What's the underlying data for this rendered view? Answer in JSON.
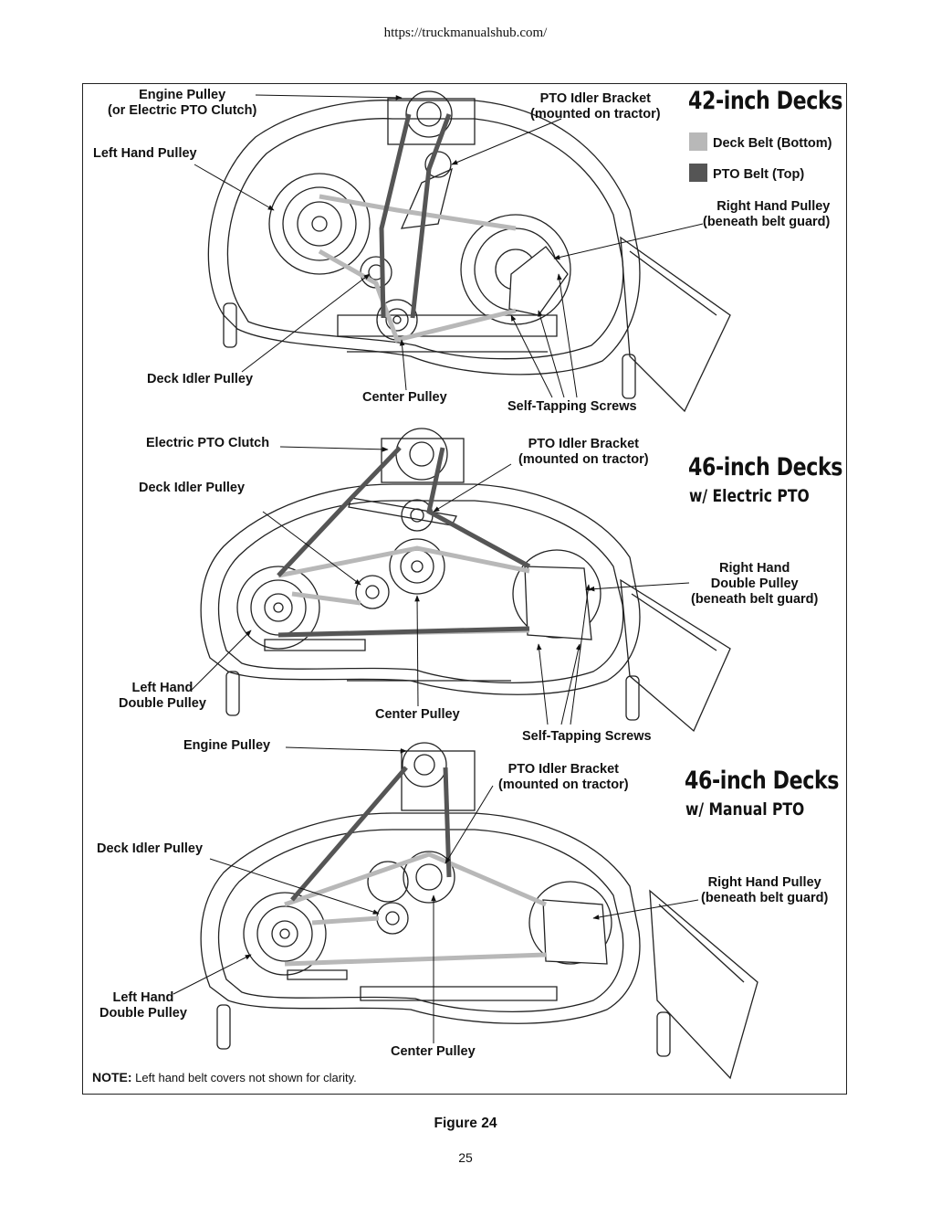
{
  "header": {
    "url": "https://truckmanualshub.com/"
  },
  "legend": {
    "deck_belt": {
      "label": "Deck Belt (Bottom)",
      "color": "#b8b8b8"
    },
    "pto_belt": {
      "label": "PTO Belt (Top)",
      "color": "#555555"
    }
  },
  "diagram1": {
    "title": "42-inch Decks",
    "labels": {
      "engine_pulley": "Engine Pulley\n(or Electric PTO Clutch)",
      "left_hand_pulley": "Left Hand Pulley",
      "pto_idler_bracket": "PTO Idler Bracket\n(mounted on tractor)",
      "right_hand_pulley": "Right Hand Pulley\n(beneath belt guard)",
      "deck_idler_pulley": "Deck Idler Pulley",
      "center_pulley": "Center Pulley",
      "self_tapping_screws": "Self-Tapping Screws"
    }
  },
  "diagram2": {
    "title": "46-inch Decks",
    "subtitle": "w/ Electric PTO",
    "labels": {
      "electric_pto_clutch": "Electric PTO Clutch",
      "pto_idler_bracket": "PTO Idler Bracket\n(mounted on tractor)",
      "deck_idler_pulley": "Deck Idler Pulley",
      "right_hand_double_pulley": "Right Hand\nDouble Pulley\n(beneath belt guard)",
      "left_hand_double_pulley": "Left Hand\nDouble Pulley",
      "center_pulley": "Center Pulley",
      "self_tapping_screws": "Self-Tapping Screws"
    }
  },
  "diagram3": {
    "title": "46-inch Decks",
    "subtitle": "w/ Manual PTO",
    "labels": {
      "engine_pulley": "Engine Pulley",
      "pto_idler_bracket": "PTO Idler Bracket\n(mounted on tractor)",
      "deck_idler_pulley": "Deck Idler Pulley",
      "right_hand_pulley": "Right Hand Pulley\n(beneath belt guard)",
      "left_hand_double_pulley": "Left Hand\nDouble Pulley",
      "center_pulley": "Center Pulley"
    }
  },
  "note": {
    "prefix": "NOTE:",
    "text": " Left hand belt covers not shown for clarity."
  },
  "figure_caption": "Figure 24",
  "page_number": "25"
}
